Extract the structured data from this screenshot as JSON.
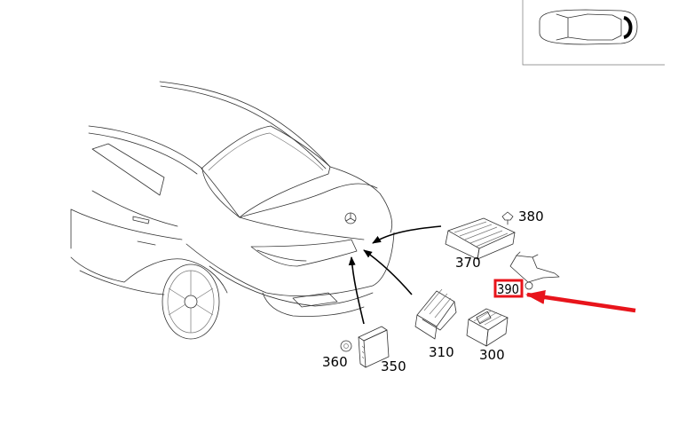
{
  "colors": {
    "highlight": "#e8141b",
    "line": "#333333",
    "background": "#ffffff"
  },
  "parts": [
    {
      "number": "380"
    },
    {
      "number": "370"
    },
    {
      "number": "390"
    },
    {
      "number": "360"
    },
    {
      "number": "350"
    },
    {
      "number": "310"
    },
    {
      "number": "300"
    }
  ]
}
